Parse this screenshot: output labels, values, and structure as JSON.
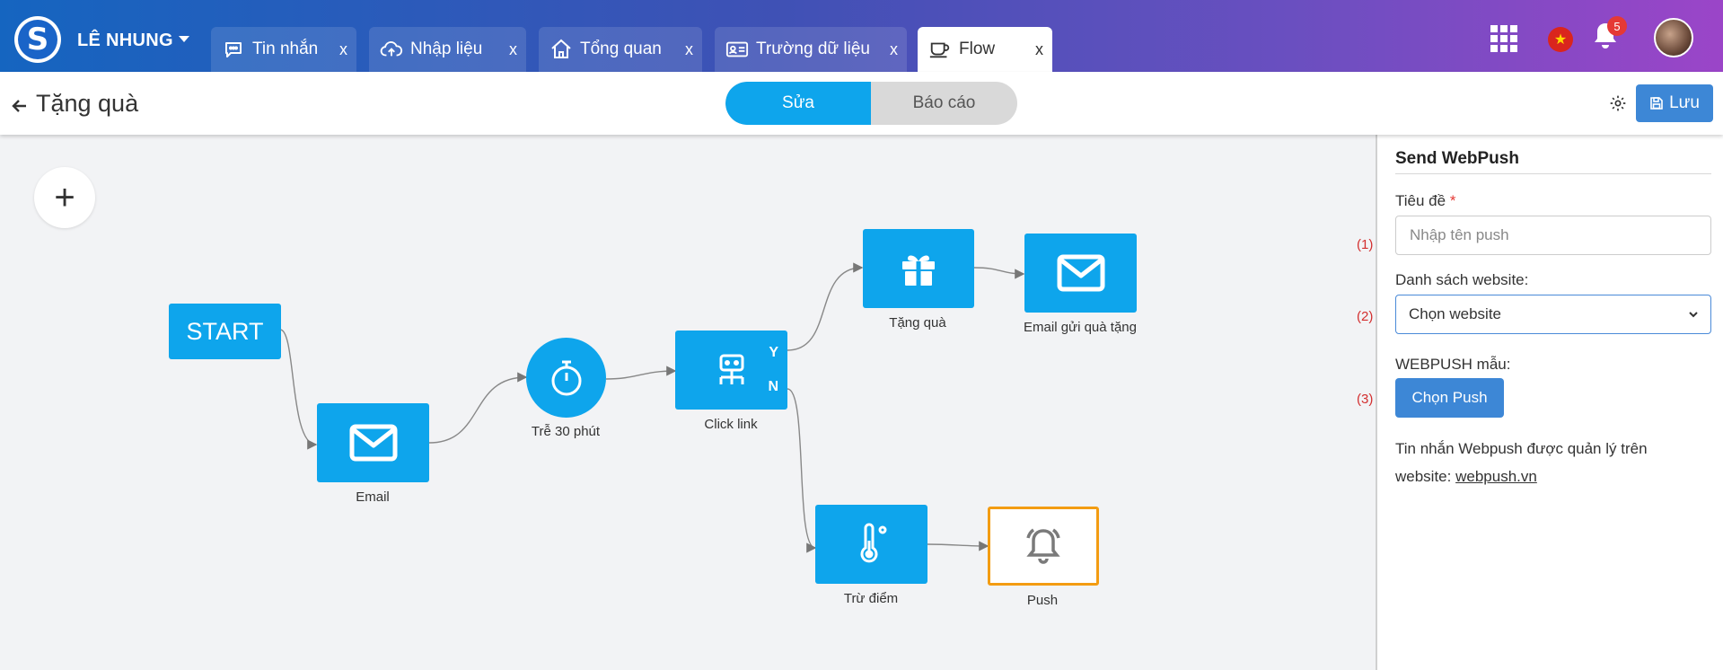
{
  "user": {
    "name": "LÊ NHUNG",
    "logo_letter": "S"
  },
  "tabs": [
    {
      "label": "Tin nhắn",
      "close": "x",
      "icon": "chat-icon"
    },
    {
      "label": "Nhập liệu",
      "close": "x",
      "icon": "cloud-upload-icon"
    },
    {
      "label": "Tổng quan",
      "close": "x",
      "icon": "home-icon"
    },
    {
      "label": "Trường dữ liệu",
      "close": "x",
      "icon": "id-card-icon"
    },
    {
      "label": "Flow",
      "close": "x",
      "icon": "cup-icon",
      "active": true
    }
  ],
  "notifications": {
    "count": "5"
  },
  "header": {
    "title": "Tặng quà",
    "mode_edit": "Sửa",
    "mode_report": "Báo cáo",
    "save_label": "Lưu"
  },
  "flow": {
    "add_symbol": "+",
    "nodes": {
      "start": "START",
      "email": "Email",
      "delay": "Trễ 30 phút",
      "click": "Click link",
      "yes": "Y",
      "no": "N",
      "gift": "Tặng quà",
      "gift_email": "Email gửi quà tặng",
      "points": "Trừ điểm",
      "push": "Push"
    }
  },
  "panel": {
    "title": "Send WebPush",
    "title_field_label": "Tiêu đề",
    "required_mark": "*",
    "title_placeholder": "Nhập tên push",
    "website_label": "Danh sách website:",
    "website_selected": "Chọn website",
    "template_label": "WEBPUSH mẫu:",
    "choose_push": "Chọn Push",
    "note_text": "Tin nhắn Webpush được quản lý trên website: ",
    "note_link": "webpush.vn",
    "steps": [
      "(1)",
      "(2)",
      "(3)"
    ]
  },
  "colors": {
    "accent": "#0ea5ec",
    "primary_button": "#3d87d6",
    "selected_border": "#f39c12"
  }
}
